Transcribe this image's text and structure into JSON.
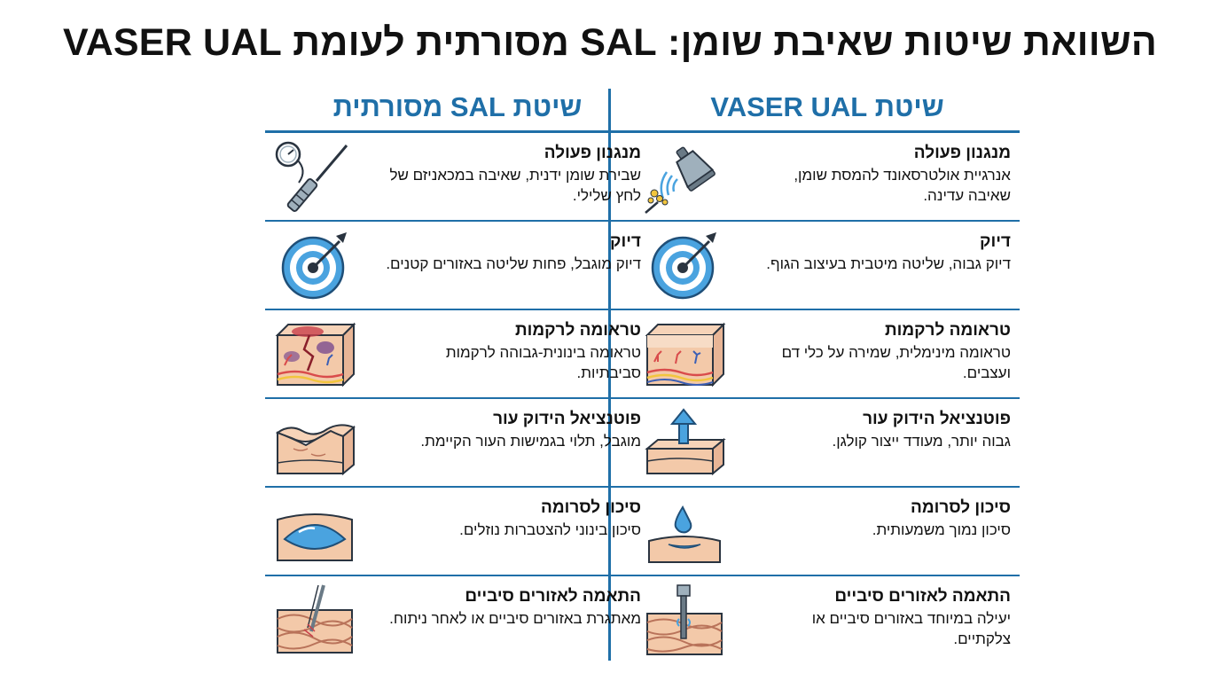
{
  "title": "השוואת שיטות שאיבת שומן: SAL מסורתית לעומת VASER UAL",
  "columns": [
    {
      "header": "שיטת VASER UAL",
      "rows": [
        {
          "title": "מנגנון פעולה",
          "desc": "אנרגיית אולטרסאונד להמסת שומן, שאיבה עדינה.",
          "icon": "ultrasound-probe-icon"
        },
        {
          "title": "דיוק",
          "desc": "דיוק גבוה, שליטה מיטבית בעיצוב הגוף.",
          "icon": "target-icon"
        },
        {
          "title": "טראומה לרקמות",
          "desc": "טראומה מינימלית, שמירה על כלי דם ועצבים.",
          "icon": "healthy-tissue-icon"
        },
        {
          "title": "פוטנציאל הידוק עור",
          "desc": "גבוה יותר, מעודד ייצור קולגן.",
          "icon": "skin-lift-icon"
        },
        {
          "title": "סיכון לסרומה",
          "desc": "סיכון נמוך משמעותית.",
          "icon": "fluid-drop-icon"
        },
        {
          "title": "התאמה לאזורים סיביים",
          "desc": "יעילה במיוחד באזורים סיביים או צלקתיים.",
          "icon": "probe-in-fibrous-tissue-icon"
        }
      ]
    },
    {
      "header": "שיטת SAL מסורתית",
      "rows": [
        {
          "title": "מנגנון פעולה",
          "desc": "שבירת שומן ידנית, שאיבה במכאניזם של לחץ שלילי.",
          "icon": "suction-cannula-icon"
        },
        {
          "title": "דיוק",
          "desc": "דיוק מוגבל, פחות שליטה באזורים קטנים.",
          "icon": "target-icon"
        },
        {
          "title": "טראומה לרקמות",
          "desc": "טראומה בינונית-גבוהה לרקמות סביבתיות.",
          "icon": "damaged-tissue-icon"
        },
        {
          "title": "פוטנציאל הידוק עור",
          "desc": "מוגבל, תלוי בגמישות העור הקיימת.",
          "icon": "wavy-skin-icon"
        },
        {
          "title": "סיכון לסרומה",
          "desc": "סיכון בינוני להצטברות נוזלים.",
          "icon": "fluid-pocket-icon"
        },
        {
          "title": "התאמה לאזורים סיביים",
          "desc": "מאתגרת באזורים סיביים או לאחר ניתוח.",
          "icon": "cannula-in-fibrous-tissue-icon"
        }
      ]
    }
  ],
  "colors": {
    "accent": "#1f6fa8",
    "skin": "#f3c9a9",
    "fat": "#f6d879"
  }
}
